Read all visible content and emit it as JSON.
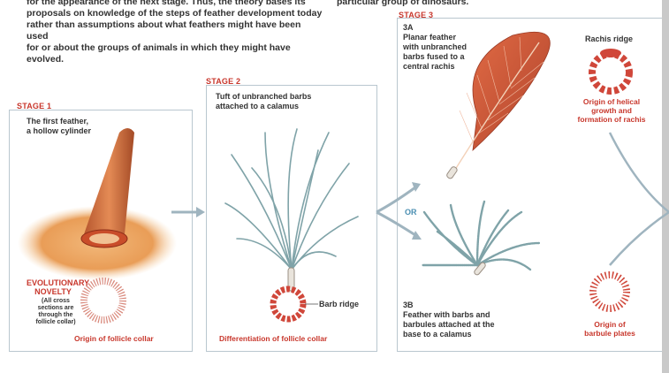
{
  "intro": {
    "left_lines": [
      "for the appearance of the next stage. Thus, the theory bases its",
      "proposals on knowledge of the steps of feather development today",
      "rather than assumptions about what feathers might have been used",
      "for or about the groups of animals in which they might have evolved."
    ],
    "right_line": "particular group of dinosaurs."
  },
  "stage1": {
    "tag": "STAGE 1",
    "caption_lines": [
      "The first feather,",
      "a hollow cylinder"
    ],
    "novelty_lines": [
      "EVOLUTIONARY",
      "NOVELTY"
    ],
    "note_lines": [
      "(All cross",
      "sections are",
      "through the",
      "follicle collar)"
    ],
    "origin": "Origin of follicle collar"
  },
  "stage2": {
    "tag": "STAGE 2",
    "caption_lines": [
      "Tuft of unbranched barbs",
      "attached to a calamus"
    ],
    "ridge_label": "Barb ridge",
    "origin": "Differentiation of follicle collar"
  },
  "stage3": {
    "tag": "STAGE 3",
    "a": {
      "label": "3A",
      "caption_lines": [
        "Planar feather",
        "with unbranched",
        "barbs fused to a",
        "central rachis"
      ],
      "ridge_label": "Rachis ridge",
      "origin_lines": [
        "Origin of helical",
        "growth and",
        "formation of rachis"
      ]
    },
    "or_label": "OR",
    "b": {
      "label": "3B",
      "caption_lines": [
        "Feather with barbs and",
        "barbules attached at the",
        "base to a calamus"
      ],
      "origin_lines": [
        "Origin of",
        "barbule plates"
      ]
    }
  },
  "colors": {
    "accent_red": "#c8372c",
    "panel_border": "#b9c7cf",
    "arrow": "#9fb4bf",
    "barb_teal": "#7fa3a8",
    "feather_red": "#c9553a",
    "follicle_orange": "#e8a160"
  }
}
